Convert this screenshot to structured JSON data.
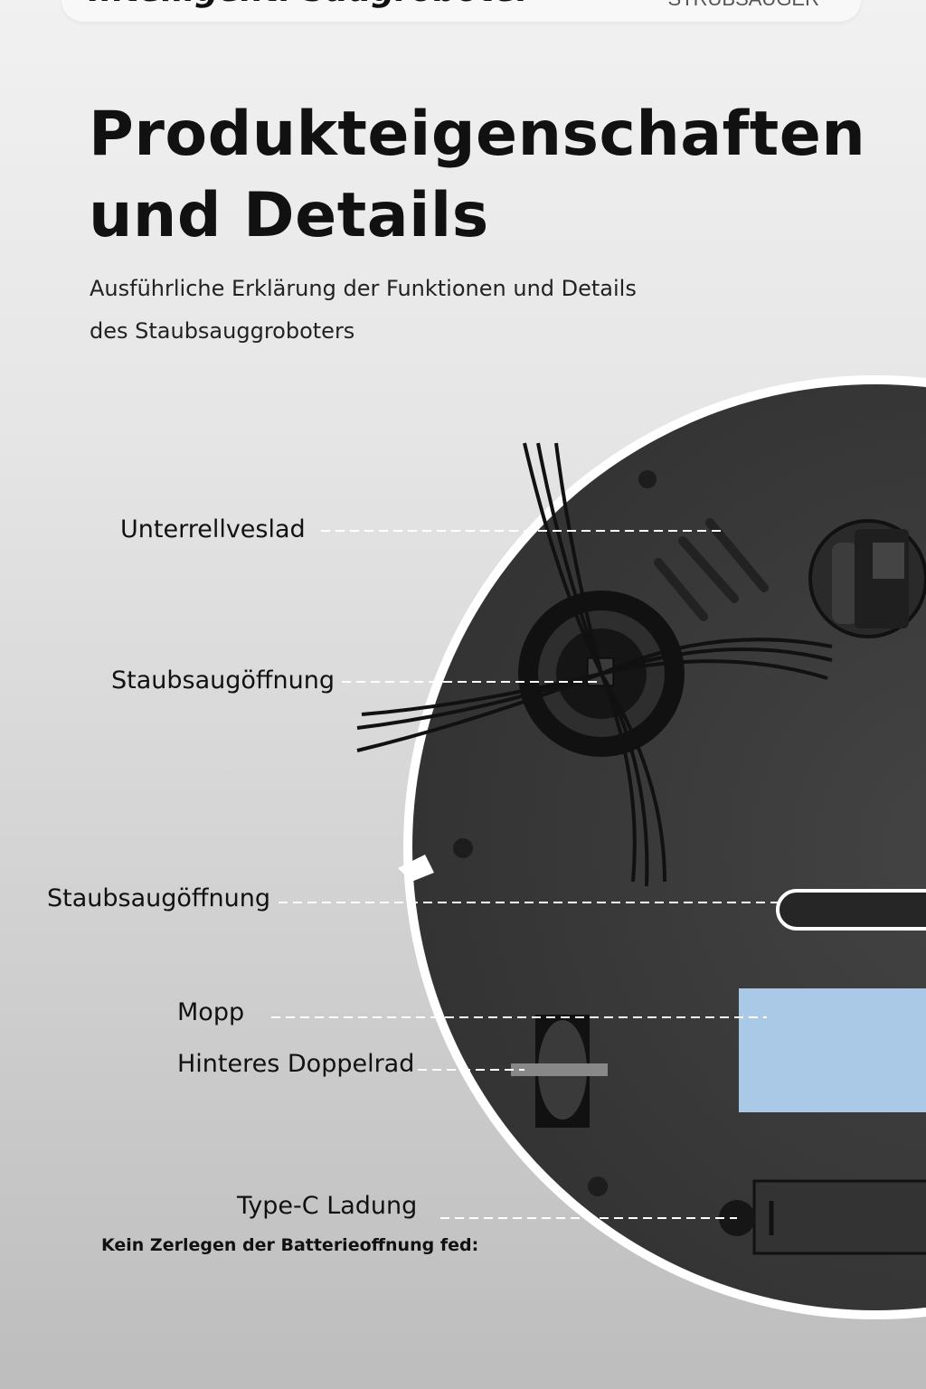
{
  "header": {
    "title_cut": "Intelligent. Saugroboter",
    "badge": "STRUBSAUGER"
  },
  "title": {
    "line1": "Produkteigenschaften",
    "line2": "und Details"
  },
  "subtitle": {
    "line1": "Ausführliche Erklärung der Funktionen und Details",
    "line2": "des Staubsauggroboters"
  },
  "callouts": [
    {
      "label": "Unterrellveslad"
    },
    {
      "label": "Staubsaugöffnung"
    },
    {
      "label": "Staubsaugöffnung"
    },
    {
      "label": "Mopp"
    },
    {
      "label": "Hinteres Doppelrad"
    },
    {
      "label": "Type-C Ladung"
    }
  ],
  "note": "Kein Zerlegen der Batterieoffnung fed:",
  "colors": {
    "robot_body": "#3a3a3a",
    "mop": "#a9c9e6",
    "callout_line": "#ffffff"
  }
}
